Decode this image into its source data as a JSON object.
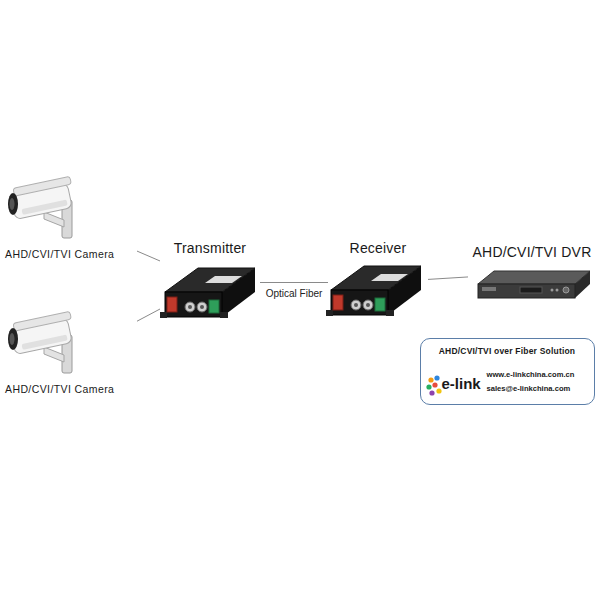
{
  "diagram": {
    "nodes": [
      {
        "text": [
          "AHD/CVI/TVI Camera"
        ]
      },
      {
        "text": [
          "AHD/CVI/TVI Camera"
        ]
      },
      {
        "text": [
          "Transmitter"
        ]
      },
      {
        "text": [
          "Receiver"
        ]
      },
      {
        "text": [
          "AHD/CVI/TVI DVR"
        ]
      },
      {
        "text": [
          "AHD/CVI/TVI over Fiber Solution",
          "e-link",
          "www.e-linkchina.com.cn",
          "sales@e-linkchina.com"
        ]
      }
    ],
    "edges": [
      {
        "from": 0,
        "to": 2,
        "arrow": "none"
      },
      {
        "from": 1,
        "to": 2,
        "arrow": "none"
      },
      {
        "from": 2,
        "to": 3,
        "label": "Optical Fiber",
        "arrow": "none"
      },
      {
        "from": 3,
        "to": 4,
        "arrow": "none"
      }
    ]
  }
}
